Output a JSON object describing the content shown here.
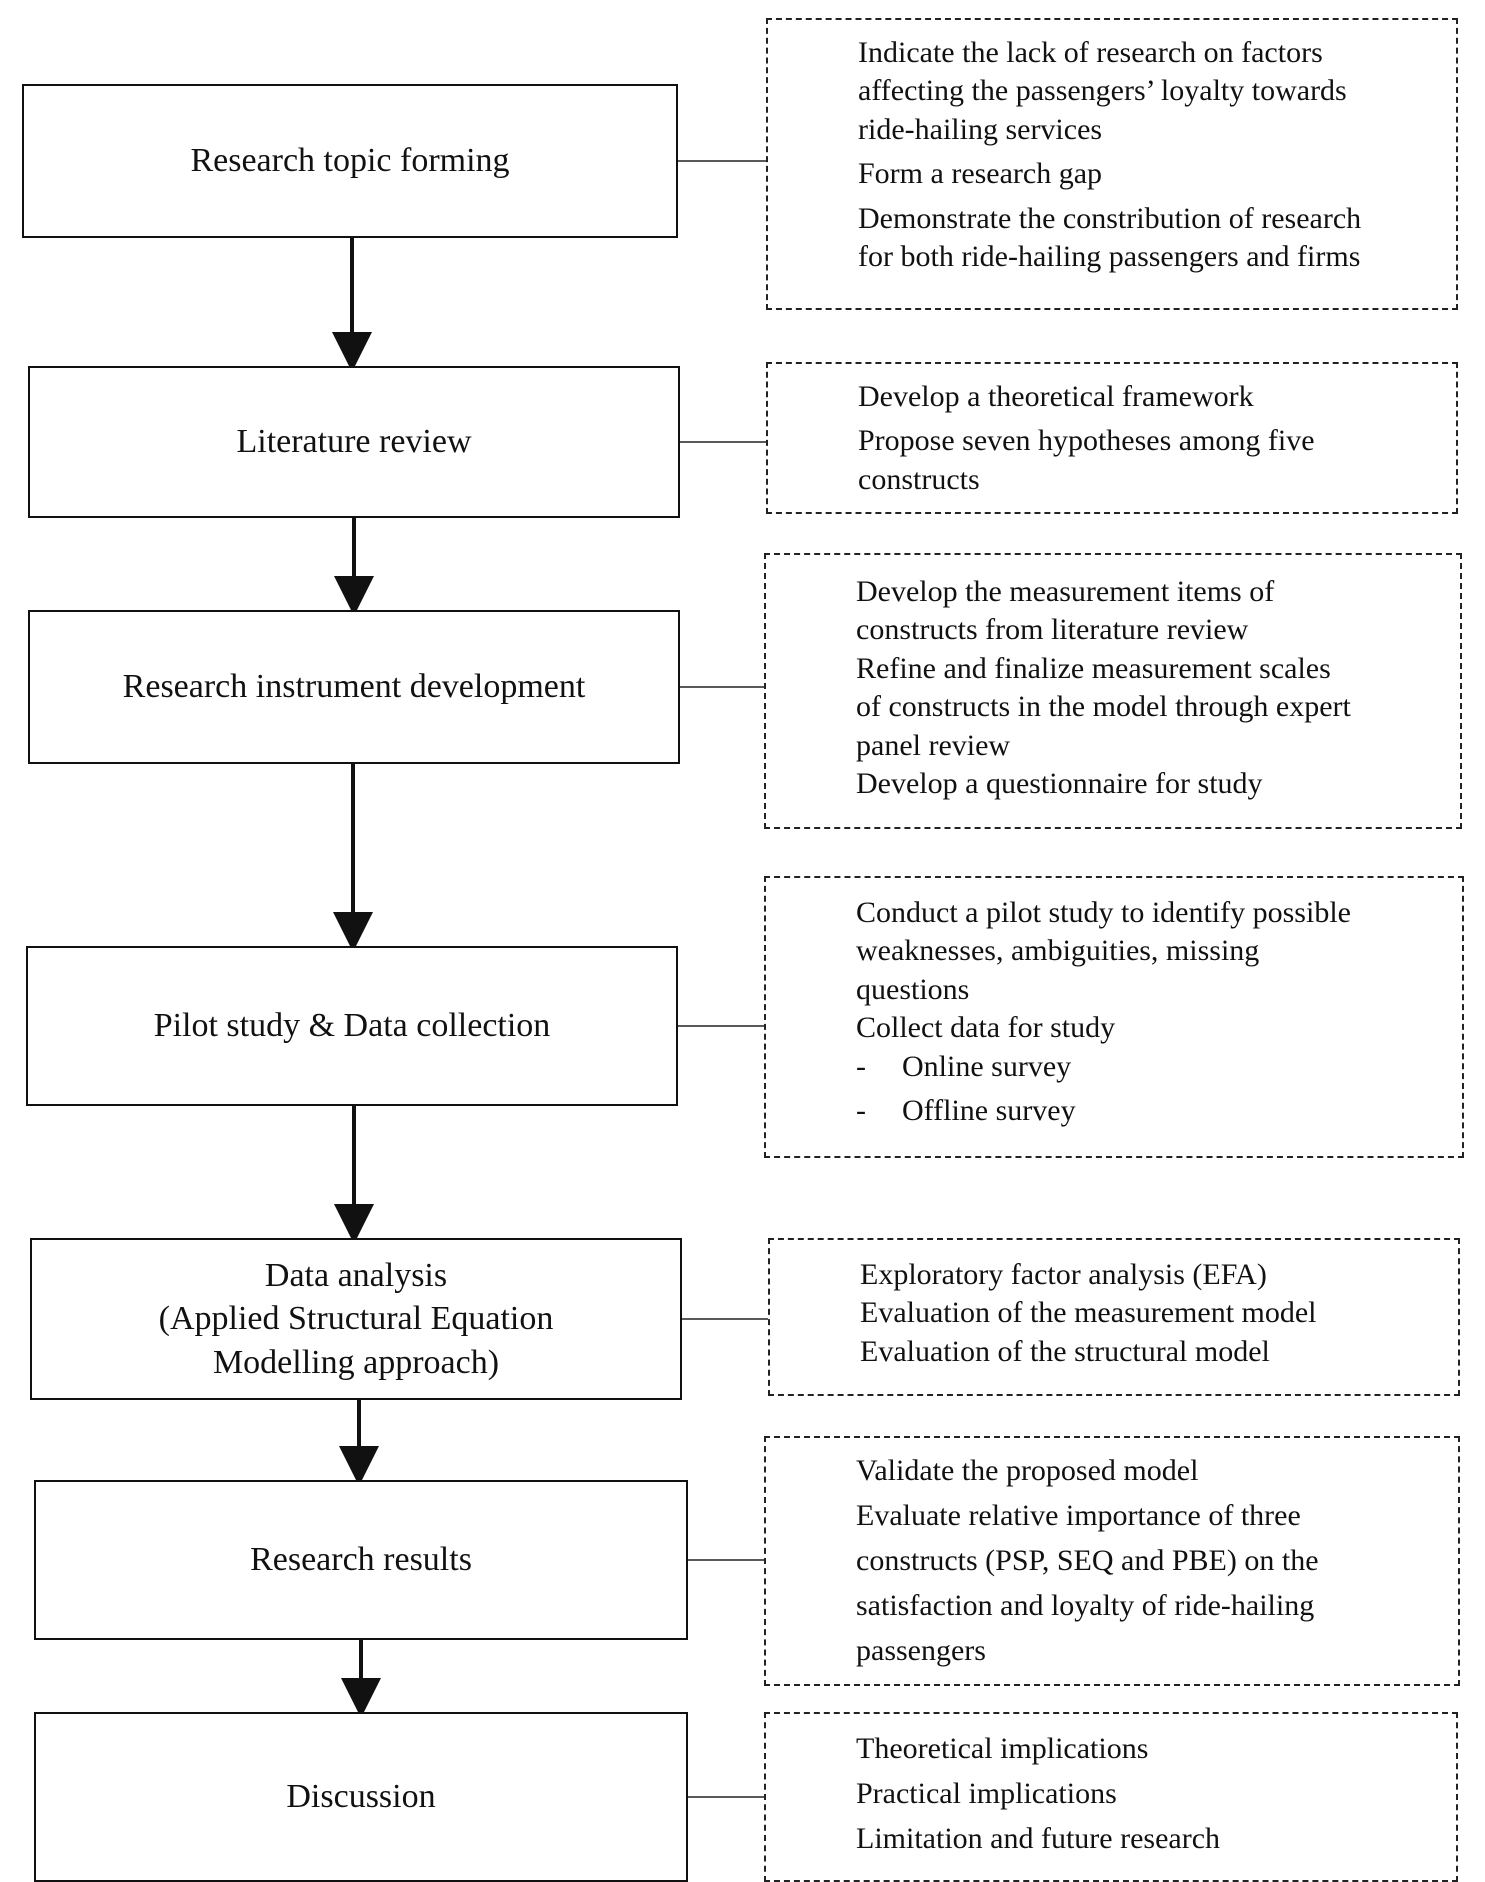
{
  "steps": [
    {
      "id": "topic",
      "label": "Research topic forming",
      "notes": [
        "Indicate the lack of research on factors",
        "affecting the passengers’ loyalty towards",
        "ride-hailing services",
        "Form a research gap",
        "Demonstrate the constribution of research",
        "for both ride-hailing passengers and firms"
      ]
    },
    {
      "id": "literature",
      "label": "Literature review",
      "notes": [
        "Develop a theoretical framework",
        "Propose seven hypotheses among five",
        "constructs"
      ]
    },
    {
      "id": "instrument",
      "label": "Research instrument development",
      "notes": [
        "Develop the measurement items of",
        "constructs from literature review",
        "Refine and finalize measurement scales",
        "of constructs in the model through expert",
        "panel review",
        "Develop a questionnaire for study"
      ]
    },
    {
      "id": "pilot",
      "label": "Pilot study & Data collection",
      "notes": [
        "Conduct a pilot study to identify possible",
        "weaknesses, ambiguities, missing",
        "questions",
        "Collect data for study"
      ],
      "bullets": [
        "Online survey",
        "Offline survey"
      ]
    },
    {
      "id": "analysis",
      "label": "Data analysis\n(Applied Structural Equation\nModelling approach)",
      "notes": [
        "Exploratory factor analysis (EFA)",
        "Evaluation of the measurement model",
        "Evaluation of the structural model"
      ]
    },
    {
      "id": "results",
      "label": "Research results",
      "notes": [
        "Validate the proposed model",
        "Evaluate relative importance of three",
        "constructs (PSP, SEQ and PBE) on the",
        "satisfaction and loyalty of ride-hailing",
        "passengers"
      ]
    },
    {
      "id": "discussion",
      "label": "Discussion",
      "notes": [
        "Theoretical implications",
        "Practical implications",
        "Limitation and future research"
      ]
    }
  ]
}
